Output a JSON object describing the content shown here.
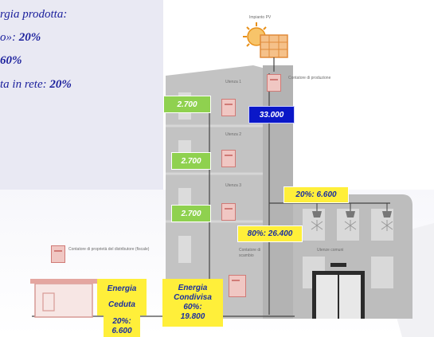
{
  "legend": {
    "line1": "rgia prodotta:",
    "line2_text": "o»: ",
    "line2_value": "20%",
    "line3_value": "60%",
    "line4_text": "ta in rete: ",
    "line4_value": "20%"
  },
  "diagram": {
    "pv_label": "Impianto PV",
    "meter_production_label": "Contatore di produzione",
    "user1_label": "Utenza 1",
    "user2_label": "Utenza 2",
    "user3_label": "Utenza 3",
    "user1_value": "2.700",
    "user2_value": "2.700",
    "user3_value": "2.700",
    "production_value": "33.000",
    "common_share": "20%: 6.600",
    "shared_share": "80%: 26.400",
    "common_label": "Utenze comuni",
    "exchange_meter_label": "Contatore di scambio",
    "distributor_meter_label": "Contatore di proprietà del distributore (fiscale)",
    "ceded_title": "Energia",
    "ceded_sub": "Ceduta",
    "ceded_pct": "20%:",
    "ceded_value": "6.600",
    "shared_title": "Energia",
    "shared_sub": "Condivisa",
    "shared_pct": "60%:",
    "shared_value": "19.800"
  },
  "colors": {
    "green_box": "#8fd14f",
    "yellow_box": "#ffef3a",
    "blue_box": "#0a17c8",
    "legend_text": "#1a1f9c"
  }
}
